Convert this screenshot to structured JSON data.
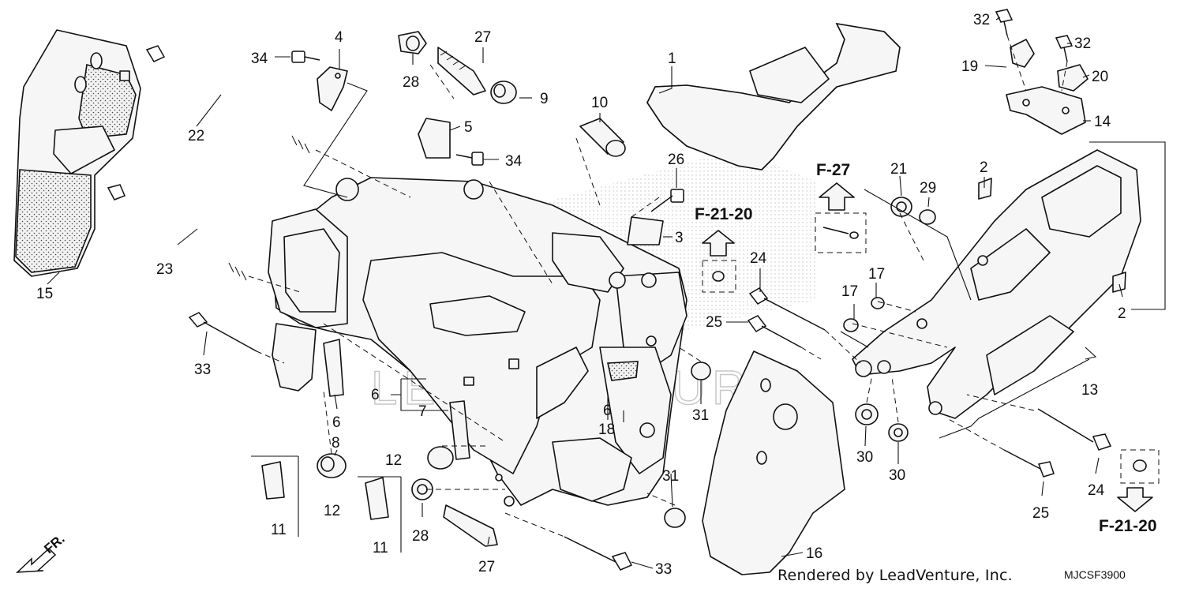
{
  "diagram": {
    "footer": {
      "credit": "Rendered by LeadVenture, Inc.",
      "code": "MJCSF3900"
    },
    "watermark": "LEADVENTURE",
    "direction_label": "FR.",
    "references": [
      {
        "id": "f27",
        "label": "F-27"
      },
      {
        "id": "f2120-top",
        "label": "F-21-20"
      },
      {
        "id": "f2120-bottom",
        "label": "F-21-20"
      }
    ],
    "callouts": [
      {
        "id": "c1",
        "label": "1"
      },
      {
        "id": "c2a",
        "label": "2"
      },
      {
        "id": "c2b",
        "label": "2"
      },
      {
        "id": "c3",
        "label": "3"
      },
      {
        "id": "c4",
        "label": "4"
      },
      {
        "id": "c5",
        "label": "5"
      },
      {
        "id": "c6a",
        "label": "6"
      },
      {
        "id": "c6b",
        "label": "6"
      },
      {
        "id": "c6c",
        "label": "6"
      },
      {
        "id": "c7",
        "label": "7"
      },
      {
        "id": "c8",
        "label": "8"
      },
      {
        "id": "c9",
        "label": "9"
      },
      {
        "id": "c10",
        "label": "10"
      },
      {
        "id": "c11a",
        "label": "11"
      },
      {
        "id": "c11b",
        "label": "11"
      },
      {
        "id": "c12a",
        "label": "12"
      },
      {
        "id": "c12b",
        "label": "12"
      },
      {
        "id": "c13",
        "label": "13"
      },
      {
        "id": "c14",
        "label": "14"
      },
      {
        "id": "c15",
        "label": "15"
      },
      {
        "id": "c16",
        "label": "16"
      },
      {
        "id": "c17a",
        "label": "17"
      },
      {
        "id": "c17b",
        "label": "17"
      },
      {
        "id": "c18",
        "label": "18"
      },
      {
        "id": "c19",
        "label": "19"
      },
      {
        "id": "c20",
        "label": "20"
      },
      {
        "id": "c21",
        "label": "21"
      },
      {
        "id": "c22",
        "label": "22"
      },
      {
        "id": "c23",
        "label": "23"
      },
      {
        "id": "c24a",
        "label": "24"
      },
      {
        "id": "c24b",
        "label": "24"
      },
      {
        "id": "c25a",
        "label": "25"
      },
      {
        "id": "c25b",
        "label": "25"
      },
      {
        "id": "c26",
        "label": "26"
      },
      {
        "id": "c27a",
        "label": "27"
      },
      {
        "id": "c27b",
        "label": "27"
      },
      {
        "id": "c28a",
        "label": "28"
      },
      {
        "id": "c28b",
        "label": "28"
      },
      {
        "id": "c29",
        "label": "29"
      },
      {
        "id": "c30a",
        "label": "30"
      },
      {
        "id": "c30b",
        "label": "30"
      },
      {
        "id": "c31a",
        "label": "31"
      },
      {
        "id": "c31b",
        "label": "31"
      },
      {
        "id": "c32a",
        "label": "32"
      },
      {
        "id": "c32b",
        "label": "32"
      },
      {
        "id": "c33a",
        "label": "33"
      },
      {
        "id": "c33b",
        "label": "33"
      },
      {
        "id": "c34a",
        "label": "34"
      },
      {
        "id": "c34b",
        "label": "34"
      }
    ]
  }
}
